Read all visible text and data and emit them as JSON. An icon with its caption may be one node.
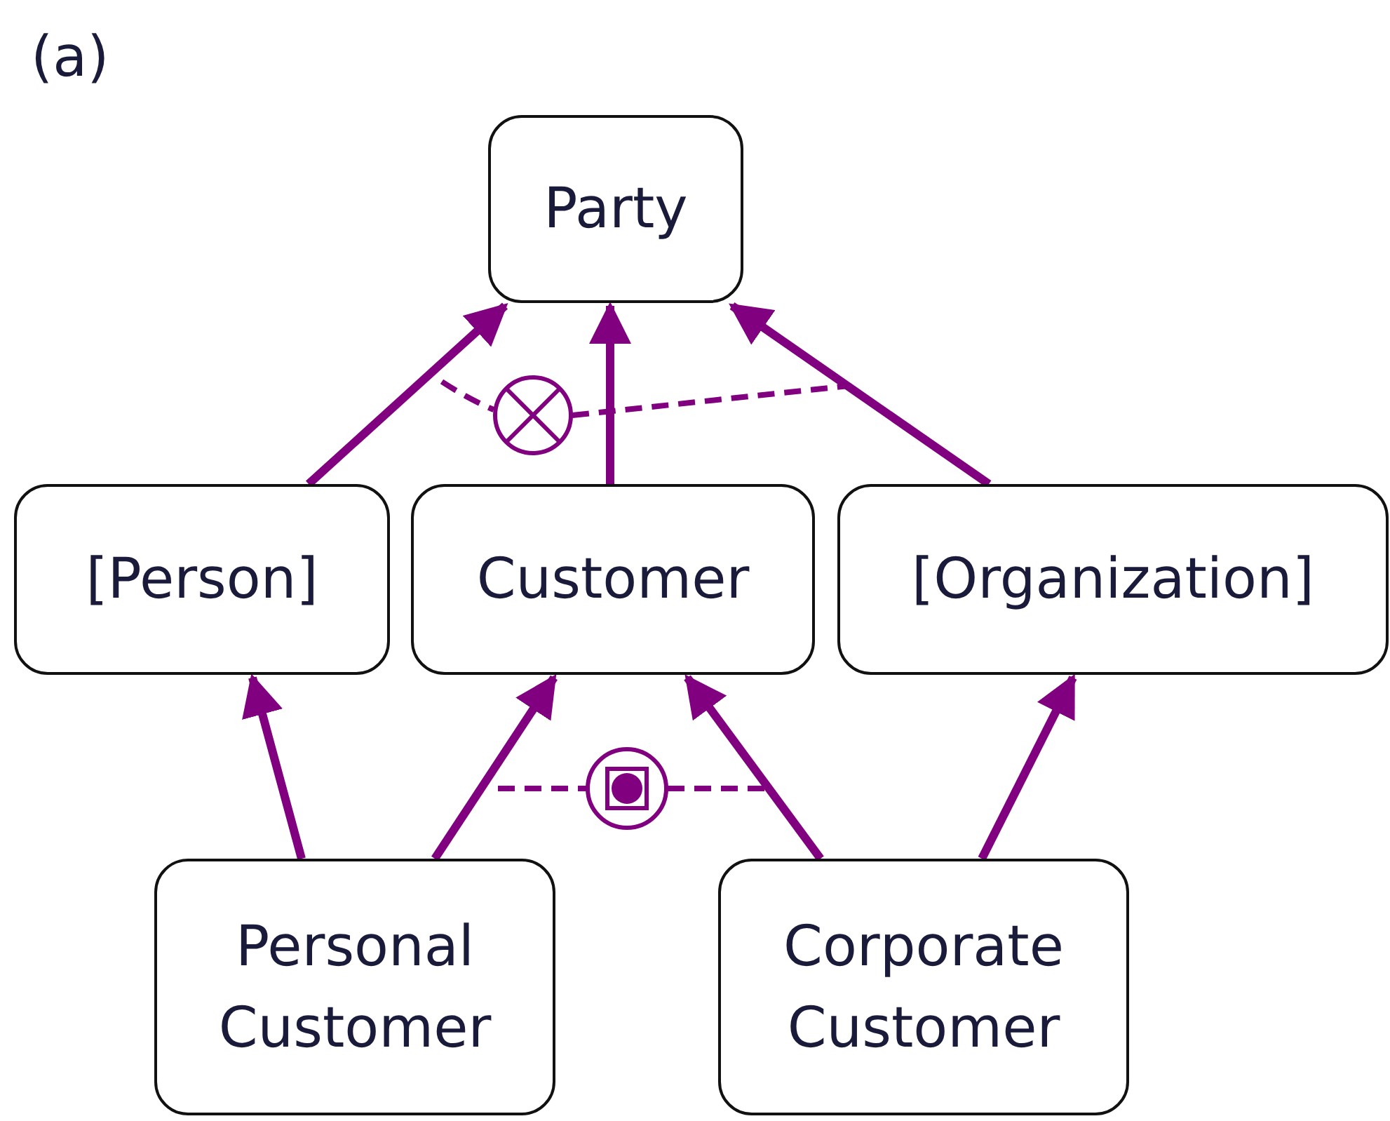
{
  "diagram": {
    "title": "(a)",
    "nodes": [
      {
        "text": [
          "Party"
        ]
      },
      {
        "text": [
          "[Person]"
        ]
      },
      {
        "text": [
          "Customer"
        ]
      },
      {
        "text": [
          "[Organization]"
        ]
      },
      {
        "text": [
          "Personal Customer"
        ]
      },
      {
        "text": [
          "Corporate Customer"
        ]
      }
    ],
    "edges": [
      {
        "from": 1,
        "to": 0,
        "arrow": "to"
      },
      {
        "from": 2,
        "to": 0,
        "arrow": "to"
      },
      {
        "from": 3,
        "to": 0,
        "arrow": "to"
      },
      {
        "from": 4,
        "to": 1,
        "arrow": "to"
      },
      {
        "from": 4,
        "to": 2,
        "arrow": "to"
      },
      {
        "from": 5,
        "to": 2,
        "arrow": "to"
      },
      {
        "from": 5,
        "to": 3,
        "arrow": "to"
      }
    ]
  }
}
